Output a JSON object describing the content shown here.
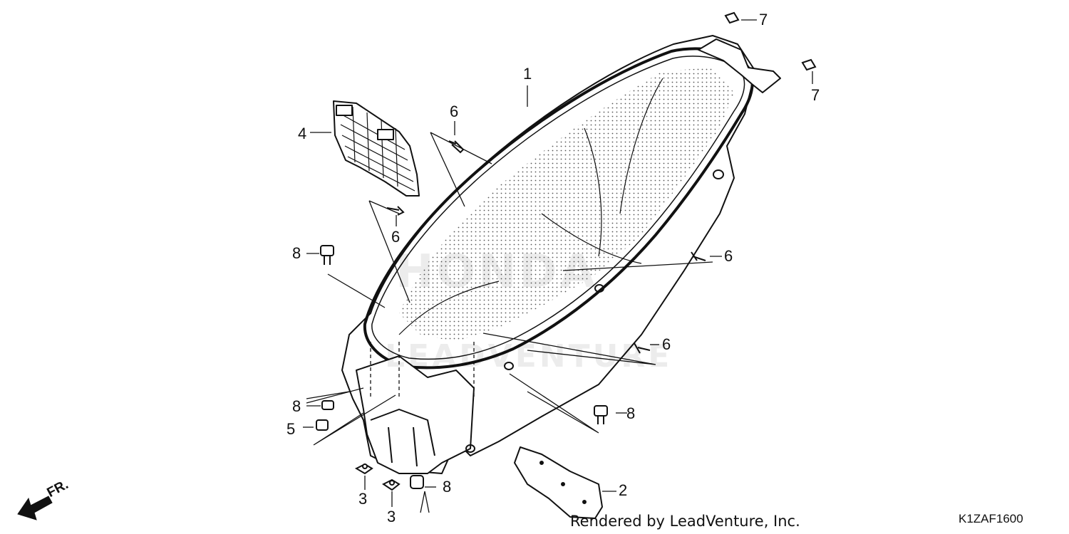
{
  "diagram": {
    "credit": "Rendered by LeadVenture, Inc.",
    "code": "K1ZAF1600",
    "front_indicator": "FR.",
    "watermark_top": "HONDA",
    "watermark_bottom": "LEADVENTURE",
    "callouts": {
      "c1": "1",
      "c2": "2",
      "c3a": "3",
      "c3b": "3",
      "c4": "4",
      "c5": "5",
      "c6a": "6",
      "c6b": "6",
      "c6c": "6",
      "c6d": "6",
      "c7a": "7",
      "c7b": "7",
      "c8a": "8",
      "c8b": "8",
      "c8c": "8",
      "c8d": "8"
    },
    "colors": {
      "line": "#111111",
      "background": "#ffffff"
    }
  }
}
